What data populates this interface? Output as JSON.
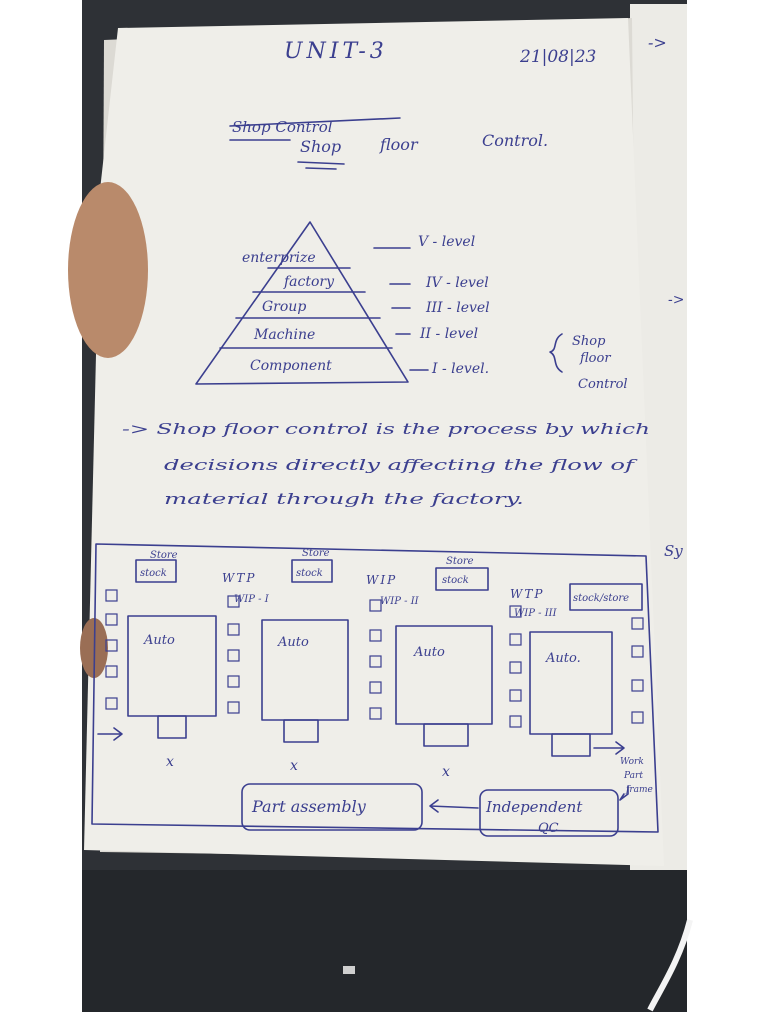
{
  "page": {
    "title": "UNIT-3",
    "date": "21|08|23",
    "heading_struck": "Shop Control",
    "heading": {
      "word1": "Shop",
      "word2": "floor",
      "word3": "Control."
    },
    "margin_marks": [
      "->",
      "->",
      "Sy"
    ]
  },
  "pyramid": {
    "levels": [
      {
        "name": "enterprize",
        "label": "V - level"
      },
      {
        "name": "factory",
        "label": "IV - level"
      },
      {
        "name": "Group",
        "label": "III - level"
      },
      {
        "name": "Machine",
        "label": "II - level"
      },
      {
        "name": "Component",
        "label": "I - level."
      }
    ],
    "brace_label": {
      "line1": "Shop",
      "line2": "floor",
      "line3": "Control"
    }
  },
  "definition": {
    "line1": "-> Shop floor control is the process by which",
    "line2": "decisions directly affecting the flow of",
    "line3": "material through the factory."
  },
  "layout_diagram": {
    "stations": [
      {
        "store": "Store\nstock",
        "machine": "Auto",
        "wip": "",
        "bottom": "x"
      },
      {
        "store": "Store\nstock",
        "machine": "Auto",
        "wip": "WIP\nI",
        "bottom": "x"
      },
      {
        "store": "Store\nstock",
        "machine": "Auto",
        "wip": "WIP\nII",
        "bottom": "x"
      },
      {
        "store": "stock/store",
        "machine": "Auto.",
        "wip": "WIP\nIII",
        "bottom": ""
      }
    ],
    "store_labels": [
      "Store",
      "stock",
      "Store",
      "stock",
      "Store",
      "stock",
      "stock/store"
    ],
    "wip_labels": [
      "WIP - I",
      "WIP - II",
      "WIP - III"
    ],
    "machine_labels": [
      "Auto",
      "Auto",
      "Auto",
      "Auto."
    ],
    "x_marks": [
      "x",
      "x",
      "x"
    ],
    "part_assembly": "Part assembly",
    "independent_qc": {
      "line1": "Independent",
      "line2": "QC"
    },
    "work_part_frame": {
      "line1": "Work",
      "line2": "Part",
      "line3": "frame"
    }
  }
}
